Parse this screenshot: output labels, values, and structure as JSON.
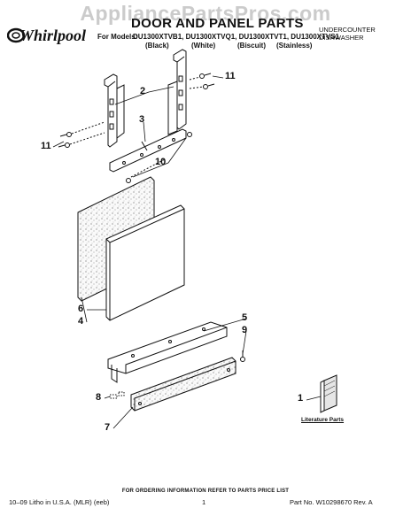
{
  "watermark": "AppliancePartsPros.com",
  "brand": "Whirlpool",
  "title": "DOOR AND PANEL PARTS",
  "models_label": "For Models:",
  "models": "DU1300XTVB1, DU1300XTVQ1, DU1300XTVT1, DU1300XTVS1",
  "colors": [
    "(Black)",
    "(White)",
    "(Biscuit)",
    "(Stainless)"
  ],
  "category_line1": "UNDERCOUNTER",
  "category_line2": "DISHWASHER",
  "callouts": {
    "c1": "1",
    "c2": "2",
    "c3": "3",
    "c4": "4",
    "c5": "5",
    "c6": "6",
    "c7": "7",
    "c8": "8",
    "c9": "9",
    "c10": "10",
    "c11a": "11",
    "c11b": "11"
  },
  "literature_label": "Literature Parts",
  "footer_note": "FOR ORDERING INFORMATION REFER TO PARTS PRICE LIST",
  "footer_left": "10–09 Litho in U.S.A. (MLR) (eeb)",
  "footer_page": "1",
  "footer_right": "Part No. W10298670 Rev. A",
  "colors_hex": {
    "line": "#111111",
    "watermark": "#a0a0a0"
  }
}
